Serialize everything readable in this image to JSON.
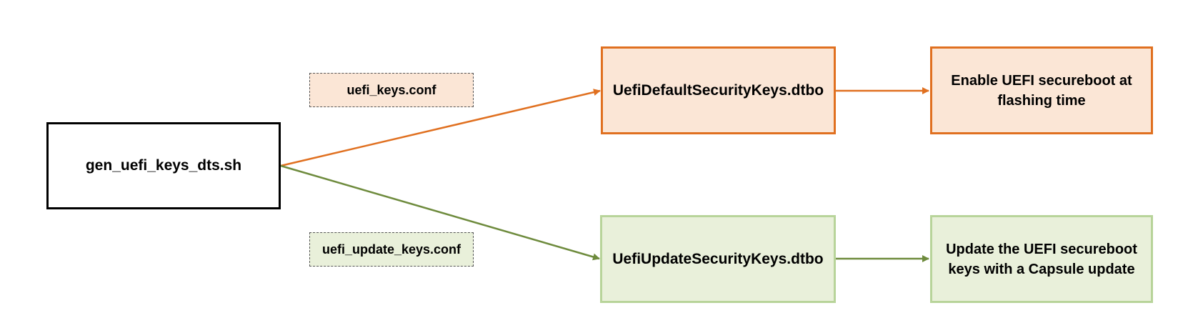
{
  "nodes": {
    "script": {
      "label": "gen_uefi_keys_dts.sh"
    },
    "default_dtbo": {
      "label": "UefiDefaultSecurityKeys.dtbo"
    },
    "update_dtbo": {
      "label": "UefiUpdateSecurityKeys.dtbo"
    },
    "default_result": {
      "label": "Enable UEFI secureboot at flashing time"
    },
    "update_result": {
      "label": "Update the UEFI secureboot keys with a Capsule update"
    }
  },
  "edge_labels": {
    "keys_conf": "uefi_keys.conf",
    "update_keys_conf": "uefi_update_keys.conf"
  },
  "colors": {
    "orange_stroke": "#E07020",
    "orange_fill": "#FBE6D6",
    "green_stroke": "#6E8B3D",
    "green_border": "#B8D49A",
    "green_fill": "#E9F0DA"
  }
}
